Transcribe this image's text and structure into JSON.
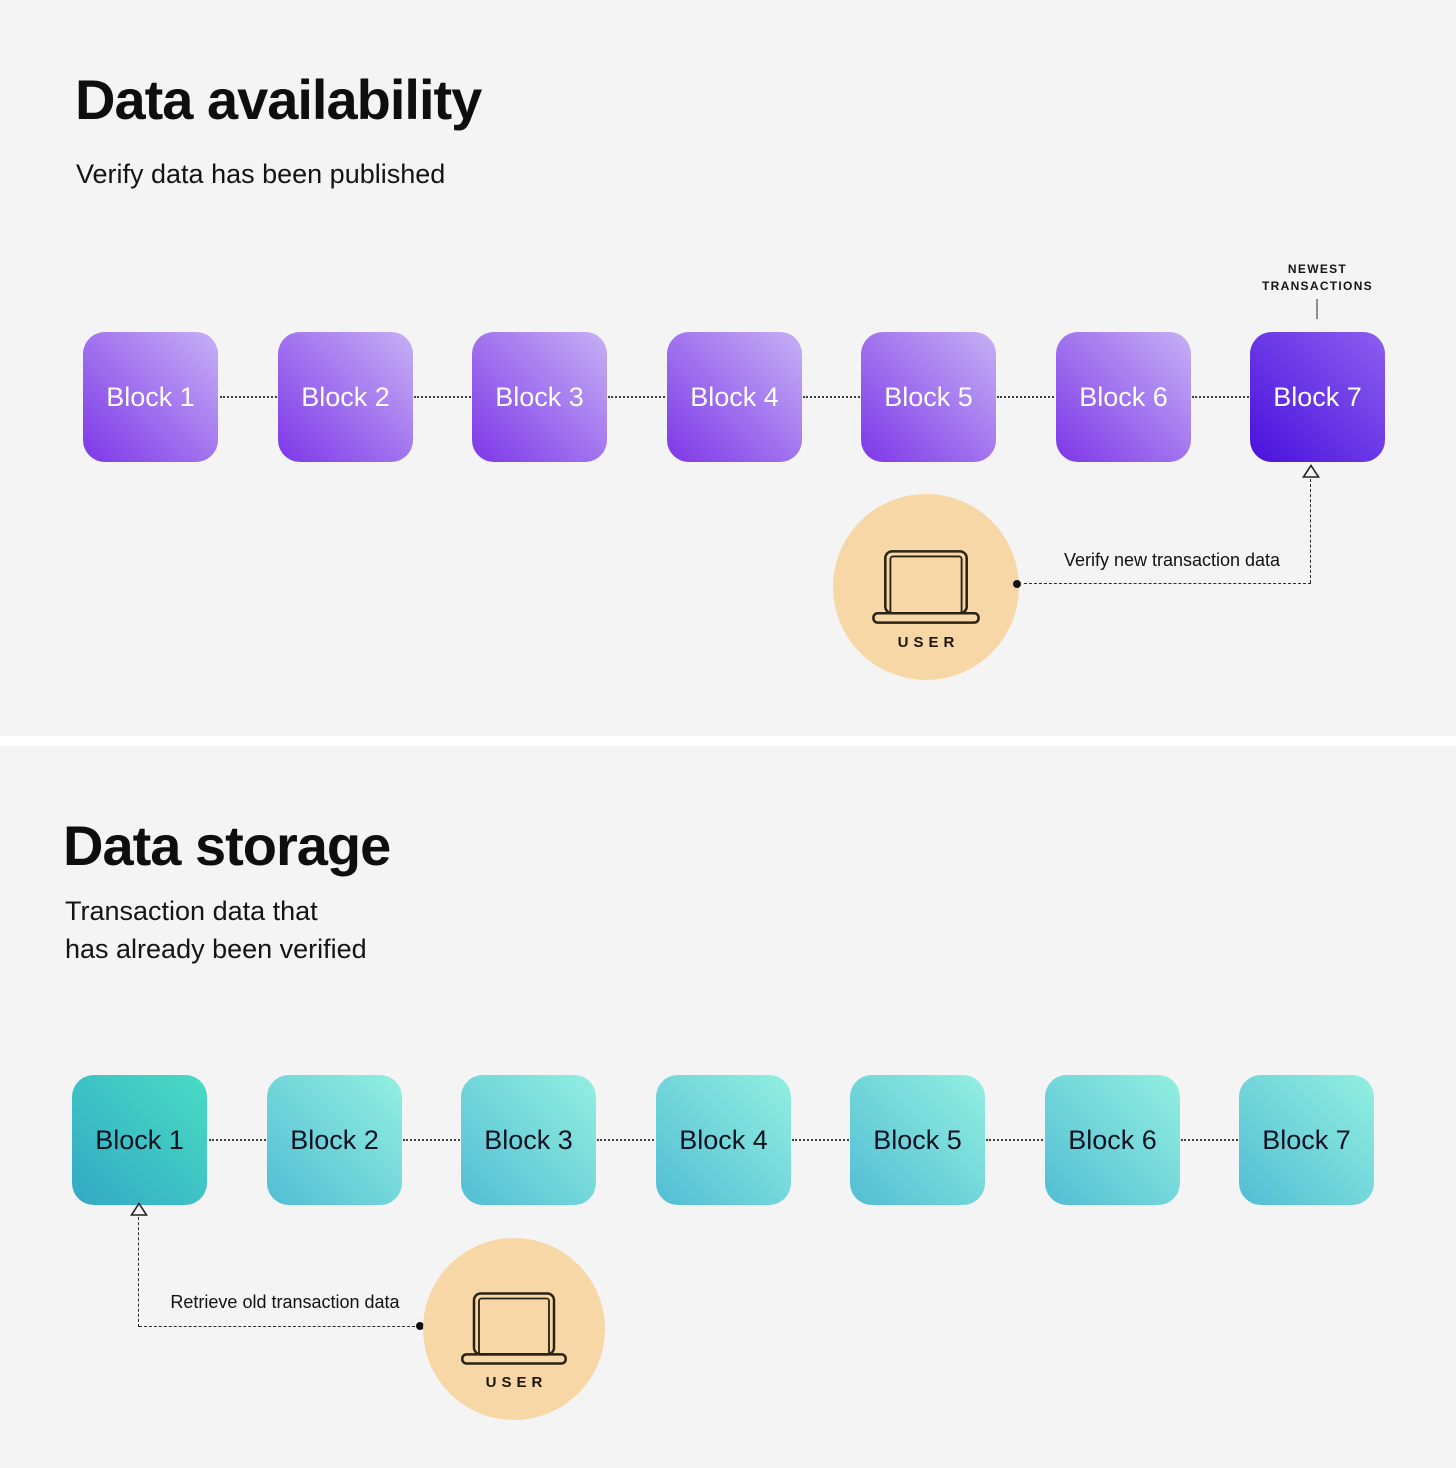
{
  "page": {
    "background_color": "#F5F4F4",
    "divider_color": "#FFFFFF"
  },
  "availability": {
    "title": "Data availability",
    "subtitle": "Verify data has been published",
    "blocks": [
      "Block 1",
      "Block 2",
      "Block 3",
      "Block 4",
      "Block 5",
      "Block 6",
      "Block 7"
    ],
    "newest_label": {
      "line1": "NEWEST",
      "line2": "TRANSACTIONS"
    },
    "annotation": "Verify new transaction data",
    "user": {
      "label": "USER",
      "icon": "laptop-icon",
      "circle_color": "#F8D7A7"
    },
    "colors": {
      "block_gradient_start": "#C6B1F5",
      "block_gradient_end": "#7D37E8",
      "newest_block_gradient_start": "#8C5FF0",
      "newest_block_gradient_end": "#4811DC",
      "block_text": "#FFFFFF"
    }
  },
  "storage": {
    "title": "Data storage",
    "subtitle": {
      "line1": "Transaction data that",
      "line2": "has already been verified"
    },
    "blocks": [
      "Block 1",
      "Block 2",
      "Block 3",
      "Block 4",
      "Block 5",
      "Block 6",
      "Block 7"
    ],
    "annotation": "Retrieve old transaction data",
    "user": {
      "label": "USER",
      "icon": "laptop-icon",
      "circle_color": "#F8D7A7"
    },
    "colors": {
      "block_gradient_start": "#93F0E0",
      "block_gradient_end": "#52BDD4",
      "first_block_gradient_start": "#49DCC4",
      "first_block_gradient_end": "#33A9C4",
      "block_text": "#0D1320"
    }
  }
}
